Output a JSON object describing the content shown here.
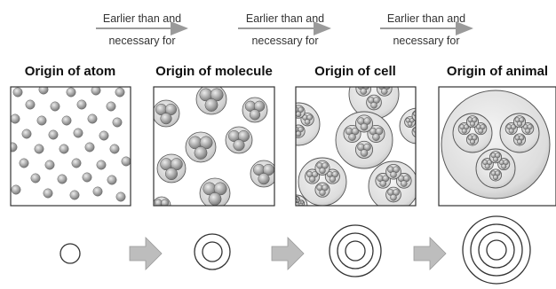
{
  "relations": [
    {
      "line1": "Earlier than and",
      "line2": "necessary for"
    },
    {
      "line1": "Earlier than and",
      "line2": "necessary for"
    },
    {
      "line1": "Earlier than and",
      "line2": "necessary for"
    }
  ],
  "stages": [
    {
      "title": "Origin of atom",
      "rings": 1
    },
    {
      "title": "Origin of molecule",
      "rings": 2
    },
    {
      "title": "Origin of cell",
      "rings": 3
    },
    {
      "title": "Origin of animal",
      "rings": 4
    }
  ],
  "colors": {
    "arrow": "#9a9a9a",
    "border": "#333333",
    "sphere_light": "#d8d8d8",
    "sphere_dark": "#8a8a8a",
    "block_arrow": "#bdbdbd"
  }
}
